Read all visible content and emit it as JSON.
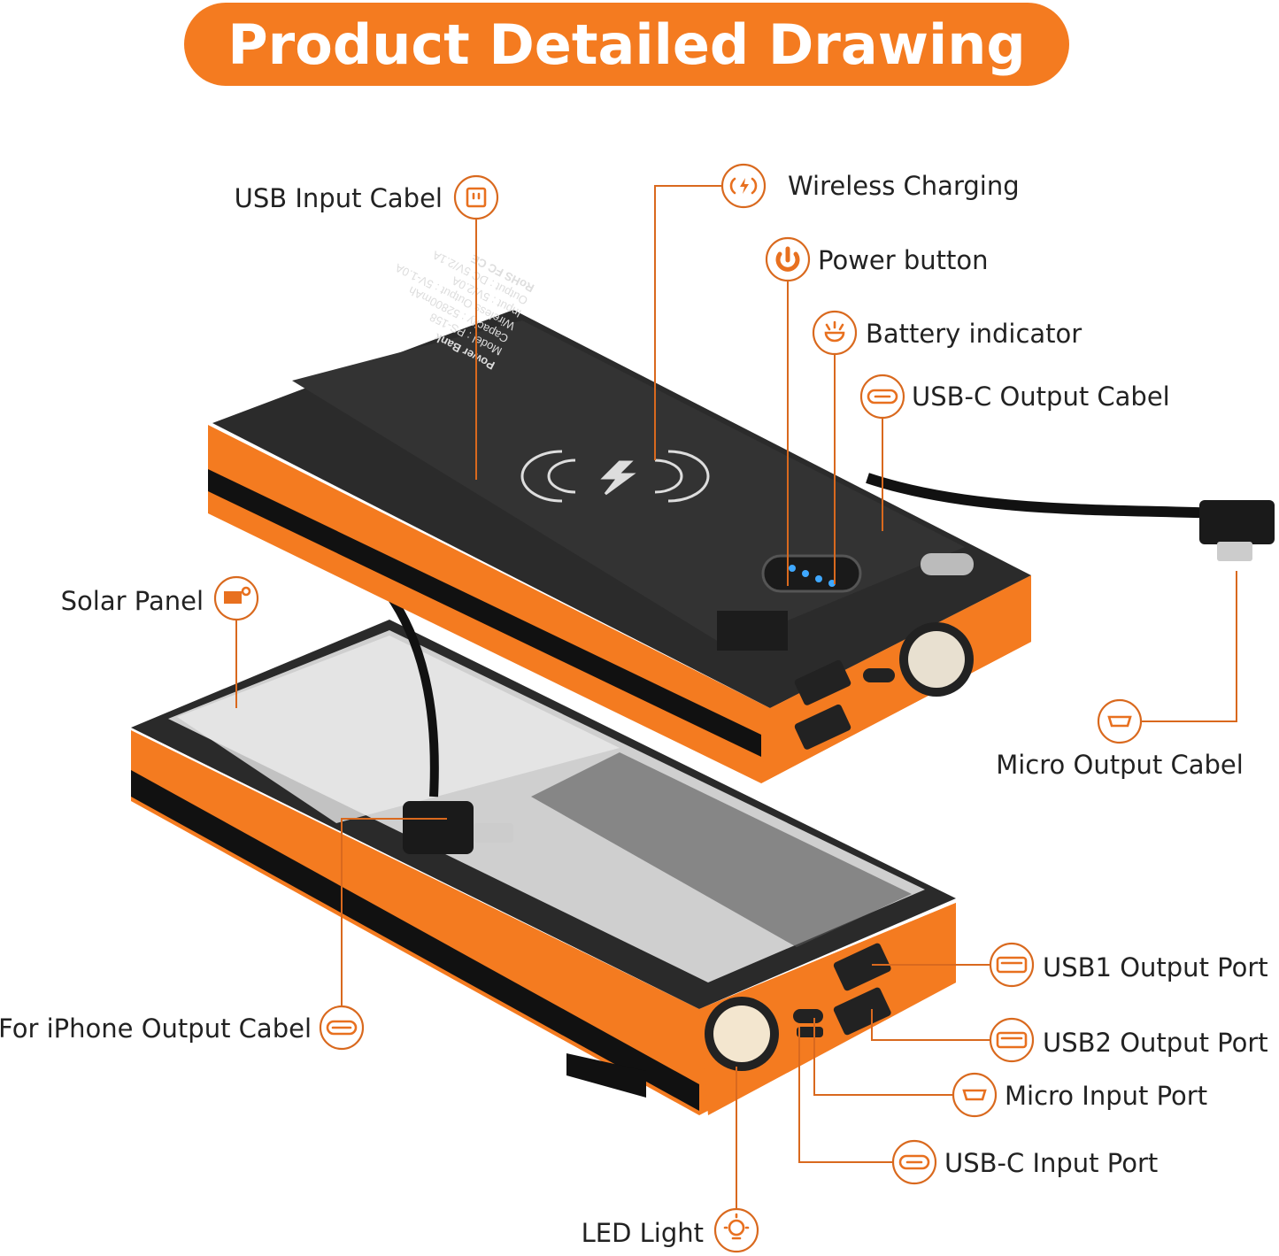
{
  "title": "Product Detailed Drawing",
  "colors": {
    "accent": "#f47b20",
    "device_body": "#2b2b2b",
    "line": "#d9691e"
  },
  "device_label": [
    "Power Bank",
    "Model : PS-158",
    "Capacity : 52800mAh",
    "Wireless Output : 5V-1.0A",
    "Input : 5V/2.0A",
    "Output : DC 5V/2.1A",
    "RoHS FC CE"
  ],
  "callouts": {
    "usb_input_cable": {
      "label": "USB  Input Cabel",
      "icon": "plug-icon"
    },
    "wireless_charging": {
      "label": "Wireless Charging",
      "icon": "wireless-charge-icon"
    },
    "power_button": {
      "label": "Power button",
      "icon": "power-icon"
    },
    "battery_indicator": {
      "label": "Battery indicator",
      "icon": "indicator-light-icon"
    },
    "usbc_output_cable": {
      "label": "USB-C  Output Cabel",
      "icon": "usb-c-icon"
    },
    "micro_output_cable": {
      "label": "Micro Output Cabel",
      "icon": "micro-usb-icon"
    },
    "solar_panel": {
      "label": "Solar Panel",
      "icon": "solar-panel-icon"
    },
    "iphone_output_cable": {
      "label": "For iPhone Output Cabel",
      "icon": "lightning-port-icon"
    },
    "usb1_output_port": {
      "label": "USB1 Output Port",
      "icon": "usb-a-icon"
    },
    "usb2_output_port": {
      "label": "USB2 Output Port",
      "icon": "usb-a-icon"
    },
    "micro_input_port": {
      "label": "Micro  Input Port",
      "icon": "micro-usb-icon"
    },
    "usbc_input_port": {
      "label": "USB-C  Input Port",
      "icon": "usb-c-icon"
    },
    "led_light": {
      "label": "LED Light",
      "icon": "bulb-icon"
    }
  }
}
